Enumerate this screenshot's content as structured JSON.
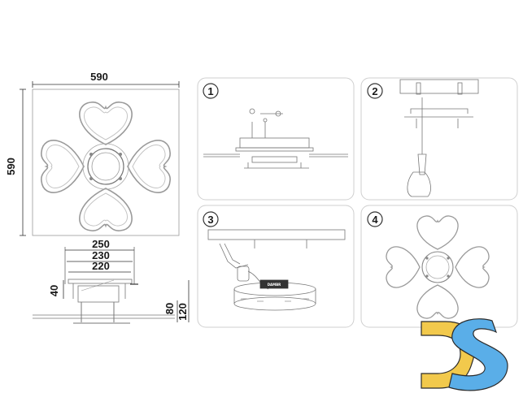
{
  "dimensions": {
    "top_width": "590",
    "top_height": "590",
    "side_width_outer": "250",
    "side_width_mid": "230",
    "side_width_inner": "220",
    "side_height_base": "40",
    "side_height_mid": "80",
    "side_height_total": "120"
  },
  "steps": [
    {
      "number": "1"
    },
    {
      "number": "2"
    },
    {
      "number": "3"
    },
    {
      "number": "4"
    }
  ],
  "label_text": "DAMBR",
  "logo": {
    "text": "DS",
    "colors": {
      "d": "#f2c94c",
      "s": "#5aaee8",
      "outline": "#2b2b2b"
    }
  },
  "colors": {
    "line": "#555555",
    "panel_border": "#cfcfcf",
    "ring": "#888888"
  }
}
